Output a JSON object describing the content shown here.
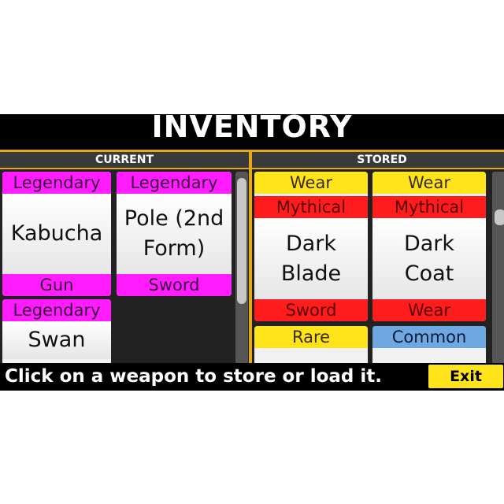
{
  "header": {
    "title": "INVENTORY"
  },
  "current": {
    "label": "CURRENT",
    "items": [
      {
        "rarity": "Legendary",
        "name": "Kabucha",
        "type": "Gun"
      },
      {
        "rarity": "Legendary",
        "name": "Pole (2nd Form)",
        "type": "Sword"
      },
      {
        "rarity": "Legendary",
        "name": "Swan",
        "type": ""
      }
    ]
  },
  "stored": {
    "label": "STORED",
    "items": [
      {
        "category": "Wear",
        "rarity": "Mythical",
        "name": "Dark Blade",
        "type": "Sword"
      },
      {
        "category": "Wear",
        "rarity": "Mythical",
        "name": "Dark Coat",
        "type": "Wear"
      },
      {
        "category": "Rare",
        "rarity": "",
        "name": "",
        "type": ""
      },
      {
        "category": "Common",
        "rarity": "",
        "name": "",
        "type": ""
      }
    ]
  },
  "footer": {
    "instruction": "Click on a weapon to store or load it.",
    "exit_label": "Exit"
  },
  "colors": {
    "legendary": "#ff1cff",
    "mythical": "#ff1c1c",
    "wear": "#ffe41c",
    "rare": "#ffe41c",
    "common": "#6fa8e0",
    "accent": "#e3a91b"
  }
}
